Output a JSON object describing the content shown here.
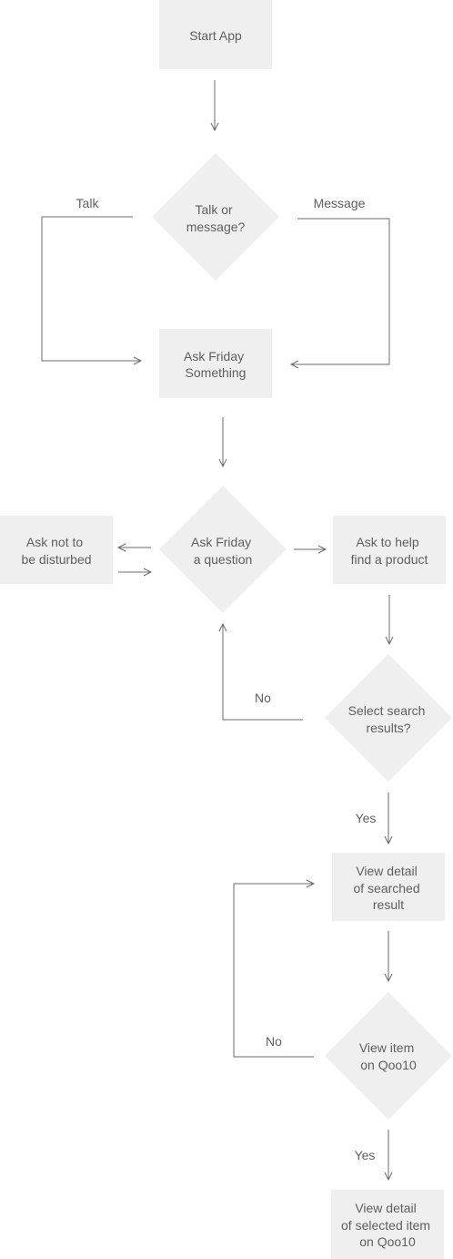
{
  "nodes": {
    "start": {
      "label": "Start App"
    },
    "talk_or_message": {
      "lines": [
        "Talk or",
        "message?"
      ]
    },
    "ask_friday_something": {
      "lines": [
        "Ask Friday",
        "Something"
      ]
    },
    "ask_friday_question": {
      "lines": [
        "Ask Friday",
        "a question"
      ]
    },
    "ask_not_disturbed": {
      "lines": [
        "Ask not to",
        "be disturbed"
      ]
    },
    "ask_find_product": {
      "lines": [
        "Ask to help",
        "find a product"
      ]
    },
    "select_search_results": {
      "lines": [
        "Select search",
        "results?"
      ]
    },
    "view_detail_searched": {
      "lines": [
        "View detail",
        "of searched",
        "result"
      ]
    },
    "view_item_qoo10": {
      "lines": [
        "View item",
        "on Qoo10"
      ]
    },
    "view_detail_selected": {
      "lines": [
        "View detail",
        "of selected item",
        "on Qoo10"
      ]
    }
  },
  "edge_labels": {
    "talk": "Talk",
    "message": "Message",
    "no_1": "No",
    "yes_1": "Yes",
    "no_2": "No",
    "yes_2": "Yes"
  }
}
